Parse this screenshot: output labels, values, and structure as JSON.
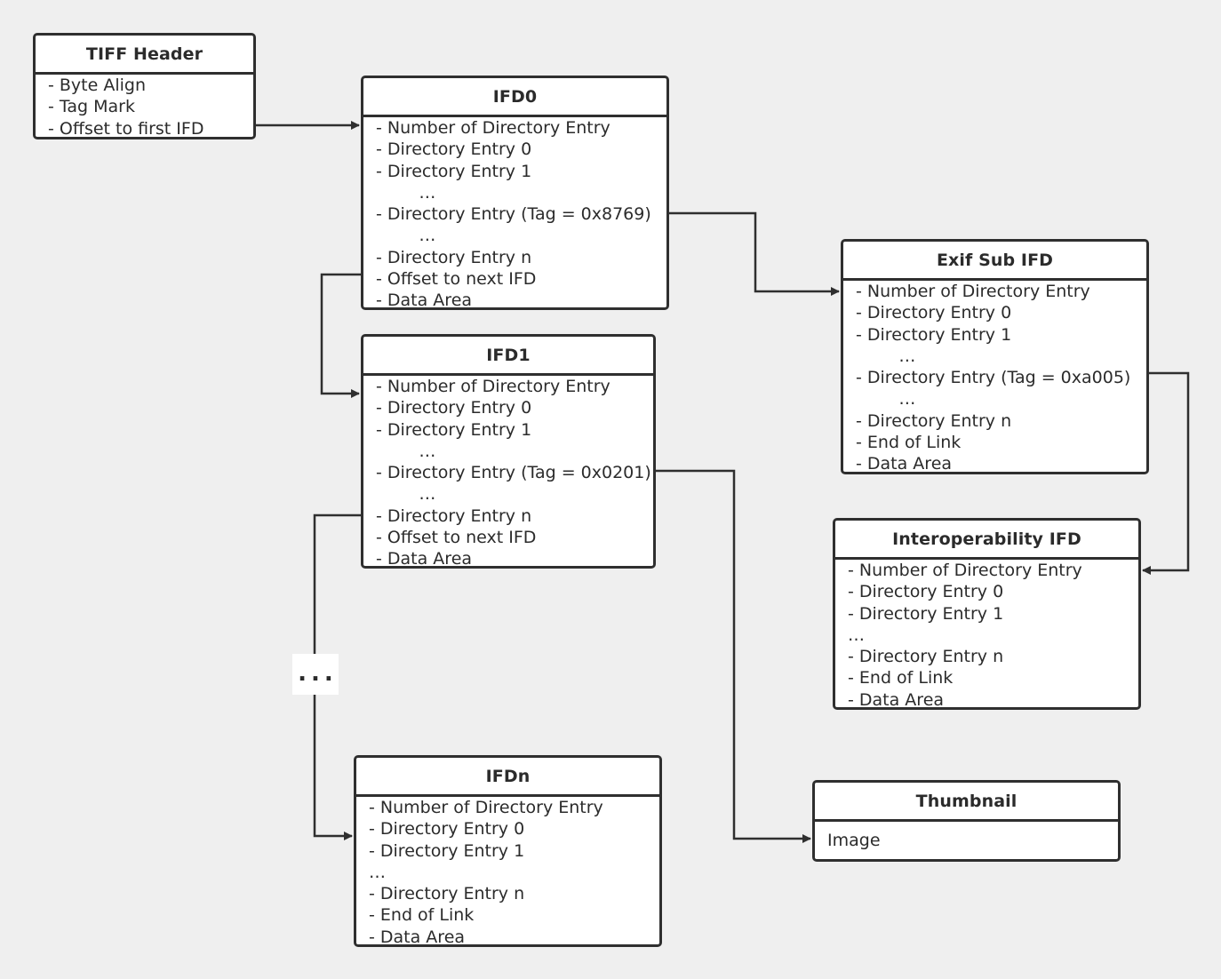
{
  "tiff_header": {
    "title": "TIFF Header",
    "lines": [
      "- Byte Align",
      "- Tag Mark",
      "- Offset to first IFD"
    ]
  },
  "ifd0": {
    "title": "IFD0",
    "lines": [
      "- Number of Directory Entry",
      "- Directory Entry 0",
      "- Directory Entry 1",
      "        …",
      "- Directory Entry (Tag = 0x8769)",
      "        …",
      "- Directory Entry n",
      "- Offset to next IFD",
      "- Data Area"
    ]
  },
  "ifd1": {
    "title": "IFD1",
    "lines": [
      "- Number of Directory Entry",
      "- Directory Entry 0",
      "- Directory Entry 1",
      "        …",
      "- Directory Entry (Tag = 0x0201)",
      "        …",
      "- Directory Entry n",
      "- Offset to next IFD",
      "- Data Area"
    ]
  },
  "ifdn": {
    "title": "IFDn",
    "lines": [
      "- Number of Directory Entry",
      "- Directory Entry 0",
      "- Directory Entry 1",
      "…",
      "- Directory Entry n",
      "- End of Link",
      "- Data Area"
    ]
  },
  "exif_sub_ifd": {
    "title": "Exif Sub IFD",
    "lines": [
      "- Number of Directory Entry",
      "- Directory Entry 0",
      "- Directory Entry 1",
      "        …",
      "- Directory Entry (Tag = 0xa005)",
      "        …",
      "- Directory Entry n",
      "- End of Link",
      "- Data Area"
    ]
  },
  "interoperability_ifd": {
    "title": "Interoperability IFD",
    "lines": [
      "- Number of Directory Entry",
      "- Directory Entry 0",
      "- Directory Entry 1",
      "…",
      "- Directory Entry n",
      "- End of Link",
      "- Data Area"
    ]
  },
  "thumbnail": {
    "title": "Thumbnail",
    "lines": [
      "Image"
    ]
  },
  "ellipsis": {
    "label": "..."
  },
  "colors": {
    "background": "#efefef",
    "box_fill": "#ffffff",
    "stroke": "#2f2f2f",
    "text": "#2b2b2b"
  }
}
